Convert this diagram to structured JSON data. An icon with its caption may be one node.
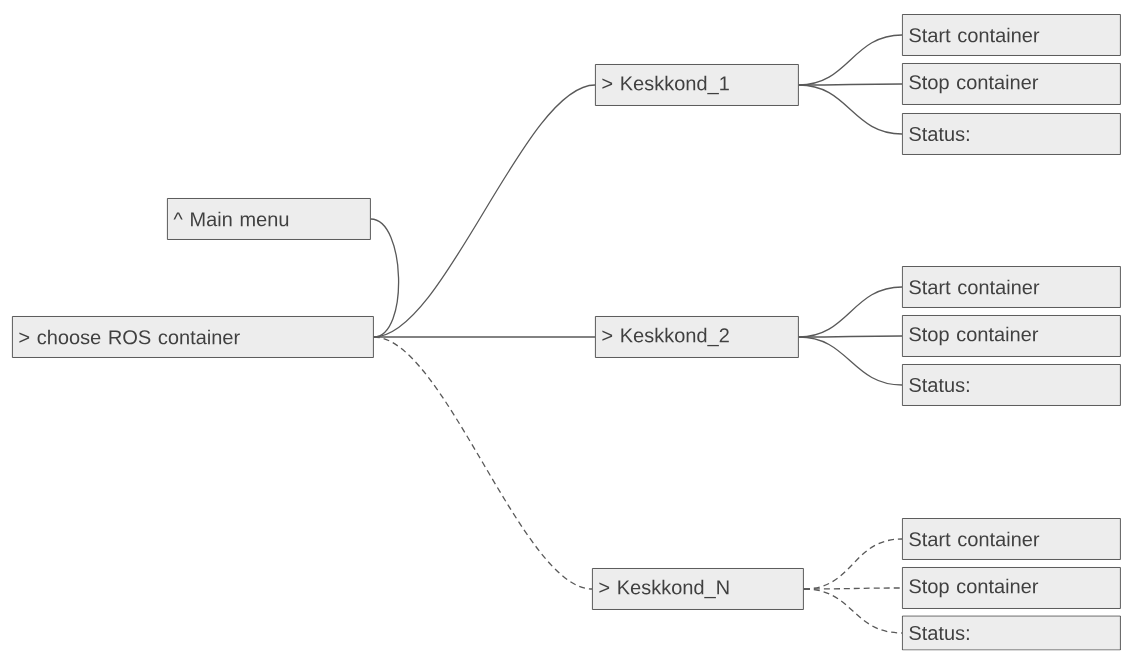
{
  "diagram": {
    "nodes": [
      {
        "text": [
          "> choose ROS container"
        ]
      },
      {
        "text": [
          "^ Main menu"
        ]
      },
      {
        "text": [
          "> Keskkond_1"
        ]
      },
      {
        "text": [
          "Start container"
        ]
      },
      {
        "text": [
          "Stop container"
        ]
      },
      {
        "text": [
          "Status:"
        ]
      },
      {
        "text": [
          "> Keskkond_2"
        ]
      },
      {
        "text": [
          "Start container"
        ]
      },
      {
        "text": [
          "Stop container"
        ]
      },
      {
        "text": [
          "Status:"
        ]
      },
      {
        "text": [
          "> Keskkond_N"
        ]
      },
      {
        "text": [
          "Start container"
        ]
      },
      {
        "text": [
          "Stop container"
        ]
      },
      {
        "text": [
          "Status:"
        ]
      }
    ],
    "edges": [
      {
        "from": 0,
        "to": 1,
        "arrow": "none"
      },
      {
        "from": 0,
        "to": 2,
        "arrow": "none"
      },
      {
        "from": 0,
        "to": 6,
        "arrow": "none"
      },
      {
        "from": 0,
        "to": 10,
        "arrow": "none",
        "style": "dashed"
      },
      {
        "from": 2,
        "to": 3,
        "arrow": "none"
      },
      {
        "from": 2,
        "to": 4,
        "arrow": "none"
      },
      {
        "from": 2,
        "to": 5,
        "arrow": "none"
      },
      {
        "from": 6,
        "to": 7,
        "arrow": "none"
      },
      {
        "from": 6,
        "to": 8,
        "arrow": "none"
      },
      {
        "from": 6,
        "to": 9,
        "arrow": "none"
      },
      {
        "from": 10,
        "to": 11,
        "arrow": "none",
        "style": "dashed"
      },
      {
        "from": 10,
        "to": 12,
        "arrow": "none",
        "style": "dashed"
      },
      {
        "from": 10,
        "to": 13,
        "arrow": "none",
        "style": "dashed"
      }
    ]
  }
}
